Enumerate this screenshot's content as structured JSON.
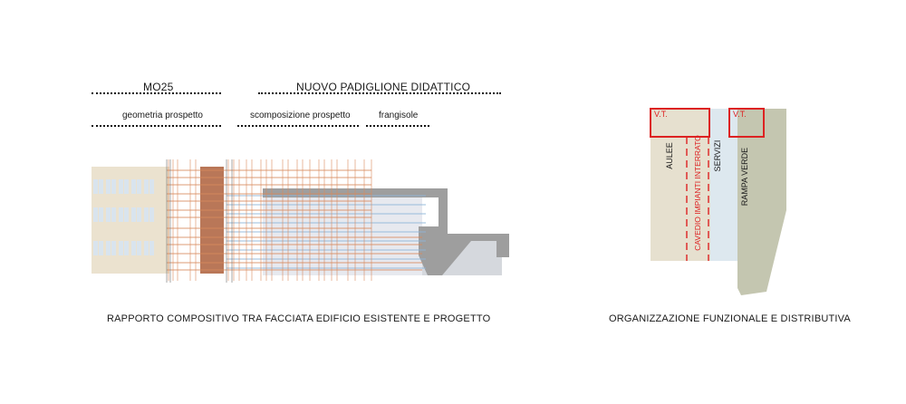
{
  "left": {
    "header_mo25": "MO25",
    "header_padiglione": "NUOVO PADIGLIONE DIDATTICO",
    "sub_geometria": "geometria prospetto",
    "sub_scomposizione": "scomposizione prospetto",
    "sub_frangisole": "frangisole",
    "caption": "RAPPORTO COMPOSITIVO TRA FACCIATA EDIFICIO ESISTENTE E PROGETTO"
  },
  "right": {
    "vt_left": "V.T.",
    "vt_right": "V.T.",
    "label_aulee": "AULEE",
    "label_cavedio": "CAVEDIO IMPIANTI INTERRATO",
    "label_servizi": "SERVIZI",
    "label_rampa": "RAMPA VERDE",
    "caption": "ORGANIZZAZIONE FUNZIONALE E DISTRIBUTIVA"
  },
  "colors": {
    "existing_facade": "#ebe2cf",
    "window": "#d9e4ee",
    "brick": "#b5704f",
    "orange_line": "#d98a5e",
    "blue_line": "#8fb6d9",
    "grey_frame": "#9e9e9e",
    "aulee": "#e6e0cf",
    "servizi": "#dde8ef",
    "rampa": "#c4c6b0",
    "red": "#dd2222"
  }
}
